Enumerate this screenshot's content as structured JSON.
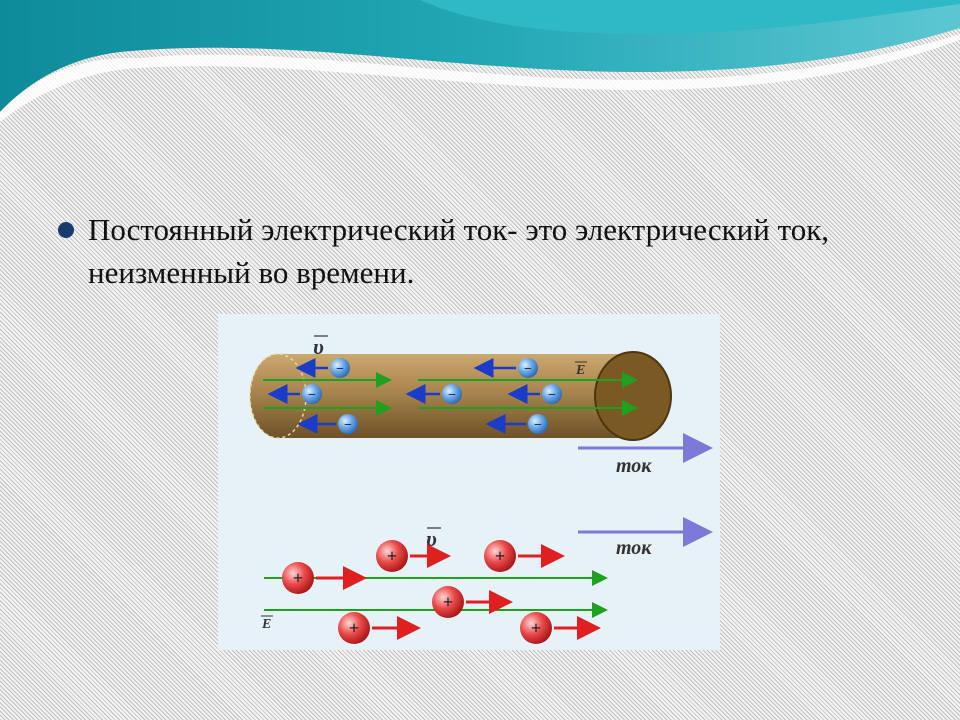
{
  "slide": {
    "bullet_text": "Постоянный электрический ток- это электрический ток, неизменный во времени."
  },
  "figure": {
    "velocity_label": "υ",
    "field_label": "E",
    "current_label": "ток",
    "negative_charge_symbol": "−",
    "positive_charge_symbol": "+"
  },
  "colors": {
    "wave_teal": "#1a9aaa",
    "conductor": "#9a7a45",
    "field_arrow": "#1fa01f",
    "electron": "#4a98e0",
    "proton": "#e23b3b",
    "current_arrow": "#7e78d8"
  }
}
